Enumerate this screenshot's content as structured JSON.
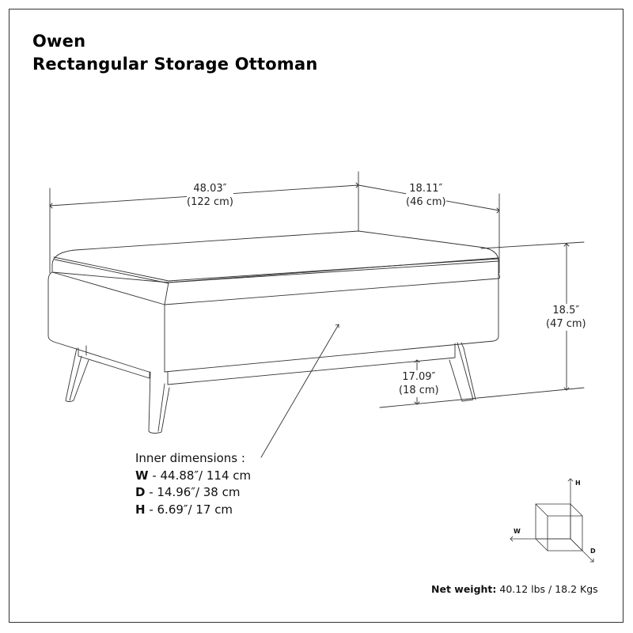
{
  "title": {
    "line1": "Owen",
    "line2": "Rectangular Storage Ottoman"
  },
  "dimensions": {
    "width": {
      "imperial": "48.03″",
      "metric": "(122 cm)"
    },
    "depth": {
      "imperial": "18.11″",
      "metric": "(46 cm)"
    },
    "height": {
      "imperial": "18.5″",
      "metric": "(47 cm)"
    },
    "leg_clearance": {
      "imperial": "17.09″",
      "metric": "(18 cm)"
    }
  },
  "inner_dimensions": {
    "heading": "Inner dimensions :",
    "rows": [
      {
        "key": "W",
        "value": " - 44.88″/ 114 cm"
      },
      {
        "key": "D",
        "value": " - 14.96″/ 38 cm"
      },
      {
        "key": "H",
        "value": " - 6.69″/ 17 cm"
      }
    ]
  },
  "axis_legend": {
    "h": "H",
    "w": "W",
    "d": "D"
  },
  "net_weight": {
    "label": "Net weight:",
    "value": " 40.12 lbs / 18.2 Kgs"
  },
  "colors": {
    "line": "#333333",
    "text": "#111111",
    "background": "#ffffff"
  }
}
